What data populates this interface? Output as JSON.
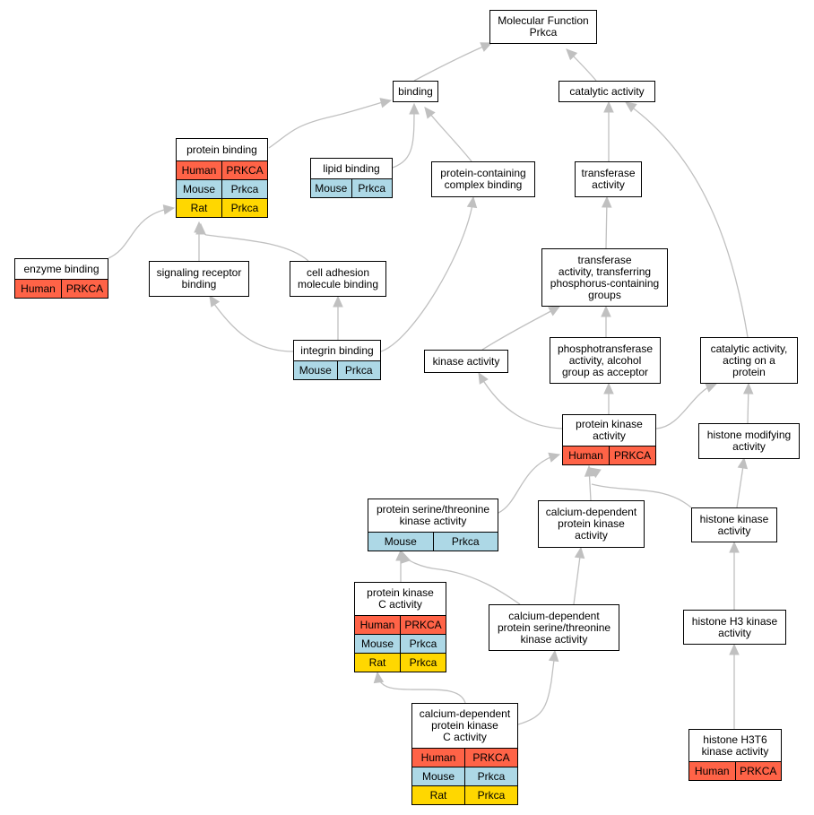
{
  "colors": {
    "Human": "#ff6347",
    "Mouse": "#add8e6",
    "Rat": "#ffd700",
    "edge": "#c0c0c0"
  },
  "nodes": {
    "molecular_function": {
      "label": "Molecular Function\nPrkca",
      "rows": []
    },
    "binding": {
      "label": "binding",
      "rows": []
    },
    "catalytic_activity": {
      "label": "catalytic activity",
      "rows": []
    },
    "protein_binding": {
      "label": "protein binding",
      "rows": [
        [
          "Human",
          "PRKCA"
        ],
        [
          "Mouse",
          "Prkca"
        ],
        [
          "Rat",
          "Prkca"
        ]
      ]
    },
    "lipid_binding": {
      "label": "lipid binding",
      "rows": [
        [
          "Mouse",
          "Prkca"
        ]
      ]
    },
    "protein_containing_complex_binding": {
      "label": "protein-containing\ncomplex binding",
      "rows": []
    },
    "transferase_activity": {
      "label": "transferase\nactivity",
      "rows": []
    },
    "enzyme_binding": {
      "label": "enzyme binding",
      "rows": [
        [
          "Human",
          "PRKCA"
        ]
      ]
    },
    "signaling_receptor_binding": {
      "label": "signaling receptor\nbinding",
      "rows": []
    },
    "cell_adhesion_molecule_binding": {
      "label": "cell adhesion\nmolecule binding",
      "rows": []
    },
    "transferase_phosphorus": {
      "label": "transferase\nactivity, transferring\nphosphorus-containing\ngroups",
      "rows": []
    },
    "integrin_binding": {
      "label": "integrin binding",
      "rows": [
        [
          "Mouse",
          "Prkca"
        ]
      ]
    },
    "kinase_activity": {
      "label": "kinase activity",
      "rows": []
    },
    "phosphotransferase_alcohol": {
      "label": "phosphotransferase\nactivity, alcohol\ngroup as acceptor",
      "rows": []
    },
    "catalytic_on_protein": {
      "label": "catalytic activity,\nacting on a\nprotein",
      "rows": []
    },
    "protein_kinase_activity": {
      "label": "protein kinase\nactivity",
      "rows": [
        [
          "Human",
          "PRKCA"
        ]
      ]
    },
    "histone_modifying_activity": {
      "label": "histone modifying\nactivity",
      "rows": []
    },
    "protein_ser_thr_kinase": {
      "label": "protein serine/threonine\nkinase activity",
      "rows": [
        [
          "Mouse",
          "Prkca"
        ]
      ]
    },
    "calcium_dependent_protein_kinase": {
      "label": "calcium-dependent\nprotein kinase\nactivity",
      "rows": []
    },
    "histone_kinase_activity": {
      "label": "histone kinase\nactivity",
      "rows": []
    },
    "protein_kinase_c_activity": {
      "label": "protein kinase\nC activity",
      "rows": [
        [
          "Human",
          "PRKCA"
        ],
        [
          "Mouse",
          "Prkca"
        ],
        [
          "Rat",
          "Prkca"
        ]
      ]
    },
    "calcium_dependent_ser_thr_kinase": {
      "label": "calcium-dependent\nprotein serine/threonine\nkinase activity",
      "rows": []
    },
    "histone_h3_kinase_activity": {
      "label": "histone H3 kinase\nactivity",
      "rows": []
    },
    "calcium_dependent_pkc_activity": {
      "label": "calcium-dependent\nprotein kinase\nC activity",
      "rows": [
        [
          "Human",
          "PRKCA"
        ],
        [
          "Mouse",
          "Prkca"
        ],
        [
          "Rat",
          "Prkca"
        ]
      ]
    },
    "histone_h3t6_kinase_activity": {
      "label": "histone H3T6\nkinase activity",
      "rows": [
        [
          "Human",
          "PRKCA"
        ]
      ]
    }
  }
}
